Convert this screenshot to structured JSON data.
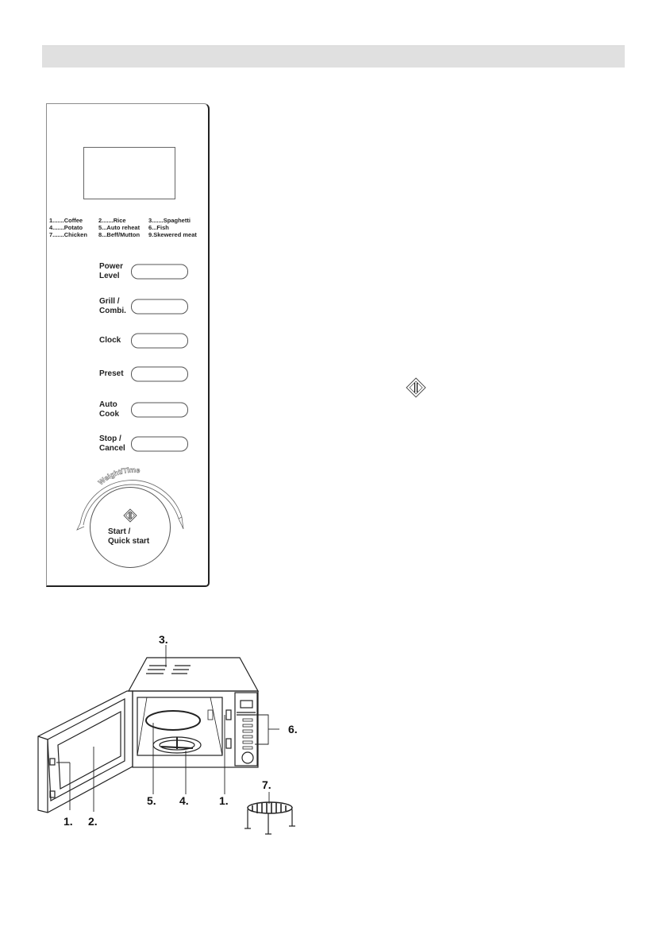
{
  "header_bar": {
    "text": ""
  },
  "control_panel": {
    "display": {
      "value": ""
    },
    "auto_cook_menu": [
      [
        "1.......Coffee",
        "2.......Rice",
        "3.......Spaghetti"
      ],
      [
        "4.......Potato",
        "5...Auto reheat",
        "6...Fish"
      ],
      [
        "7.......Chicken",
        "8...Beff/Mutton",
        "9.Skewered meat"
      ]
    ],
    "buttons": [
      {
        "line1": "Power",
        "line2": "Level"
      },
      {
        "line1": "Grill /",
        "line2": "Combi."
      },
      {
        "line1": "Clock",
        "line2": ""
      },
      {
        "line1": "Preset",
        "line2": ""
      },
      {
        "line1": "Auto",
        "line2": "Cook"
      },
      {
        "line1": "Stop /",
        "line2": "Cancel"
      }
    ],
    "dial": {
      "arc_label": "Weight/Time",
      "line1": "Start /",
      "line2": "Quick start",
      "icon": "start-diamond-icon"
    }
  },
  "inline_icon": {
    "icon": "start-diamond-icon"
  },
  "diagram": {
    "callouts": [
      {
        "label": "1.",
        "part": "door-safety-lock"
      },
      {
        "label": "2.",
        "part": "oven-window"
      },
      {
        "label": "3.",
        "part": "ventilation"
      },
      {
        "label": "4.",
        "part": "turntable-support"
      },
      {
        "label": "5.",
        "part": "glass-tray"
      },
      {
        "label": "1.",
        "part": "safety-interlock"
      },
      {
        "label": "6.",
        "part": "control-panel"
      },
      {
        "label": "7.",
        "part": "grill-rack"
      }
    ]
  },
  "colors": {
    "header_bar": "#e0e0e0",
    "line": "#222222",
    "panel_border": "#8c8c8c"
  }
}
